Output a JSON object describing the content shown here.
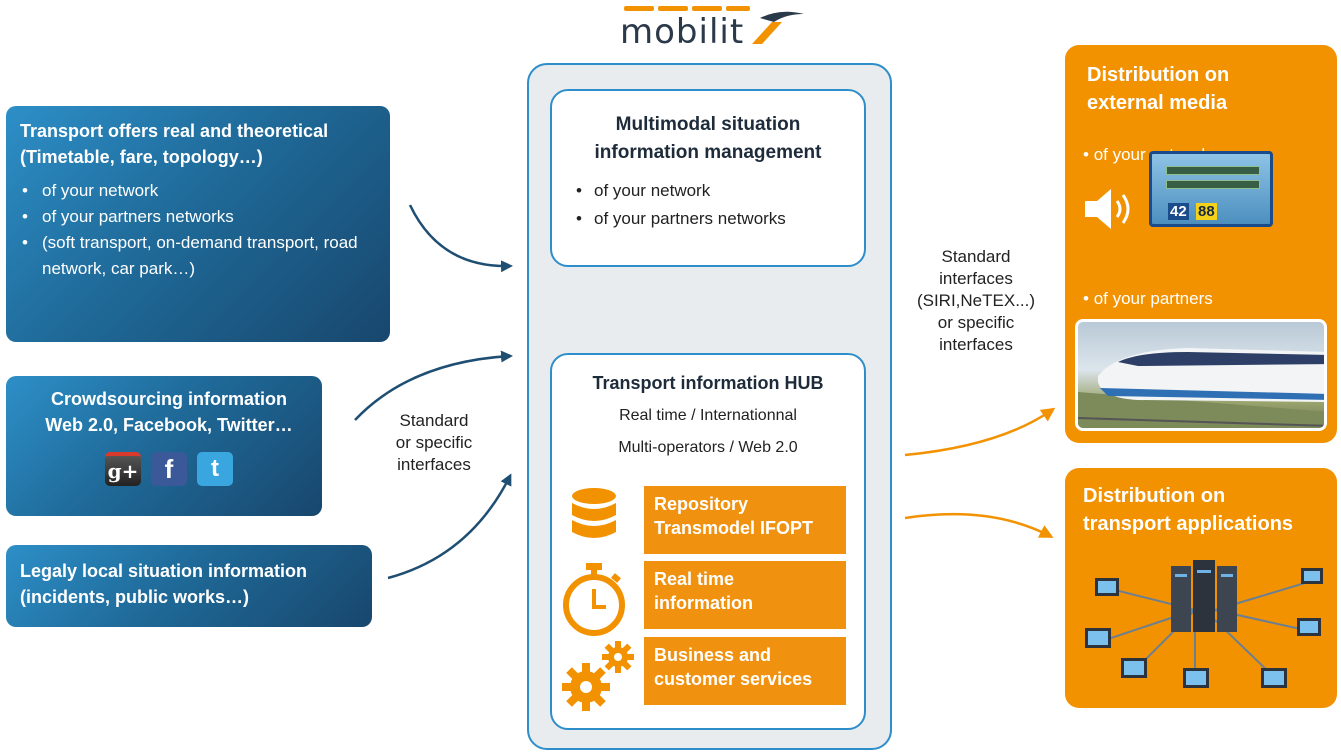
{
  "logo": {
    "text": "mobilit"
  },
  "left": {
    "box1": {
      "title_line1": "Transport offers real and theoretical",
      "title_line2": "(Timetable, fare, topology…)",
      "items": [
        "of your network",
        "of your partners networks",
        "(soft transport, on-demand transport, road network, car park…)"
      ]
    },
    "box2": {
      "title_line1": "Crowdsourcing information",
      "title_line2": "Web 2.0, Facebook, Twitter…",
      "icons": [
        "google-plus-icon",
        "facebook-icon",
        "twitter-icon"
      ],
      "icon_glyphs": [
        "g+",
        "f",
        "t"
      ]
    },
    "box3": {
      "title_line1": "Legaly local situation information",
      "title_line2": "(incidents, public works…)"
    }
  },
  "middle_left": {
    "line1": "Standard",
    "line2": "or specific",
    "line3": "interfaces"
  },
  "center": {
    "multimodal": {
      "title_line1": "Multimodal situation",
      "title_line2": "information management",
      "items": [
        "of your network",
        "of your partners networks"
      ]
    },
    "hub": {
      "title": "Transport information HUB",
      "sub1": "Real time / Internationnal",
      "sub2": "Multi-operators / Web 2.0",
      "modules": [
        {
          "line1": "Repository",
          "line2": "Transmodel IFOPT",
          "icon": "database-icon"
        },
        {
          "line1": "Real time",
          "line2": "information",
          "icon": "stopwatch-icon"
        },
        {
          "line1": "Business and",
          "line2": "customer services",
          "icon": "gears-icon"
        }
      ]
    }
  },
  "middle_right": {
    "line1": "Standard",
    "line2": "interfaces",
    "line3": "(SIRI,NeTEX...)",
    "line4": "or specific",
    "line5": "interfaces"
  },
  "right": {
    "external": {
      "title_line1": "Distribution on",
      "title_line2": "external media",
      "bullet1": "of your network",
      "bullet2": "of your partners",
      "screen_numbers": [
        "42",
        "88"
      ]
    },
    "applications": {
      "title_line1": "Distribution on",
      "title_line2": "transport applications"
    }
  },
  "colors": {
    "blue": "#1f6a99",
    "orange": "#f39200",
    "accent_blue": "#2e8ec9"
  }
}
